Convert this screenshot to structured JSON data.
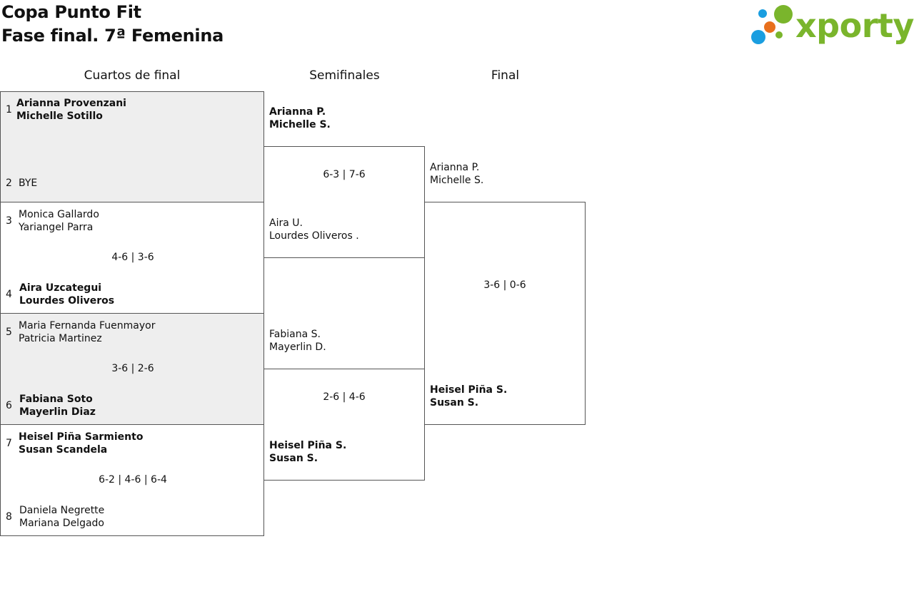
{
  "header": {
    "title_line1": "Copa Punto Fit",
    "title_line2": "Fase final. 7ª Femenina",
    "logo_text": "xporty",
    "logo_colors": {
      "green": "#7ab52c",
      "blue": "#1a9ee0",
      "orange": "#e8701d"
    }
  },
  "rounds": {
    "quarterfinals": "Cuartos de final",
    "semifinals": "Semifinales",
    "final": "Final"
  },
  "quarterfinals": [
    {
      "seed_a": "1",
      "team_a": [
        "Arianna Provenzani",
        "Michelle Sotillo"
      ],
      "seed_b": "2",
      "team_b": [
        "BYE"
      ],
      "score": ""
    },
    {
      "seed_a": "3",
      "team_a": [
        "Monica Gallardo",
        "Yariangel Parra"
      ],
      "seed_b": "4",
      "team_b": [
        "Aira Uzcategui",
        "Lourdes Oliveros"
      ],
      "score": "4-6 | 3-6"
    },
    {
      "seed_a": "5",
      "team_a": [
        "Maria Fernanda Fuenmayor",
        "Patricia Martinez"
      ],
      "seed_b": "6",
      "team_b": [
        "Fabiana Soto",
        "Mayerlin Diaz"
      ],
      "score": "3-6 | 2-6"
    },
    {
      "seed_a": "7",
      "team_a": [
        "Heisel Piña Sarmiento",
        "Susan Scandela"
      ],
      "seed_b": "8",
      "team_b": [
        "Daniela Negrette",
        "Mariana Delgado"
      ],
      "score": "6-2 | 4-6 | 6-4"
    }
  ],
  "semifinals": [
    {
      "team_a": [
        "Arianna P.",
        "Michelle S."
      ],
      "team_b": [
        "Aira U.",
        "Lourdes Oliveros ."
      ],
      "score": "6-3 | 7-6"
    },
    {
      "team_a": [
        "Fabiana S.",
        "Mayerlin D."
      ],
      "team_b": [
        "Heisel Piña S.",
        "Susan S."
      ],
      "score": "2-6 | 4-6"
    }
  ],
  "final": {
    "team_a": [
      "Arianna P.",
      "Michelle S."
    ],
    "team_b": [
      "Heisel Piña S.",
      "Susan S."
    ],
    "score": "3-6 | 0-6"
  }
}
